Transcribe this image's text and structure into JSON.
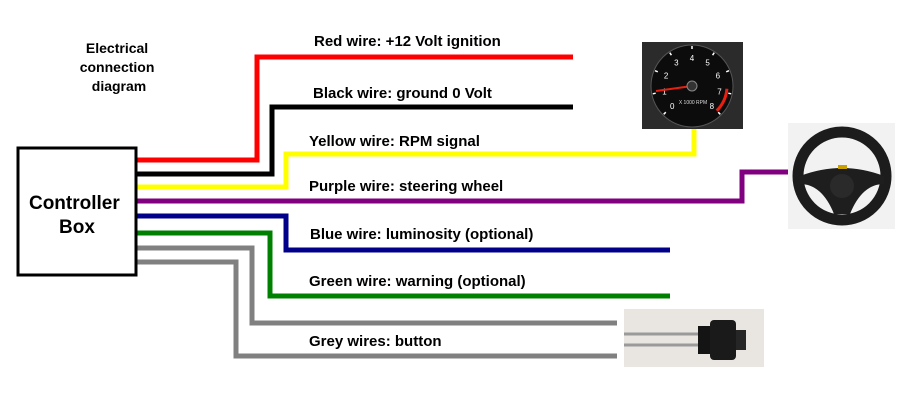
{
  "heading": [
    "Electrical",
    "connection",
    "diagram"
  ],
  "controller": {
    "line1": "Controller",
    "line2": "Box"
  },
  "wires": [
    {
      "id": "red",
      "label": "Red wire: +12 Volt ignition",
      "color": "#ff0000"
    },
    {
      "id": "black",
      "label": "Black wire:  ground 0 Volt",
      "color": "#000000"
    },
    {
      "id": "yellow",
      "label": "Yellow wire:  RPM signal",
      "color": "#ffff00"
    },
    {
      "id": "purple",
      "label": "Purple wire: steering wheel",
      "color": "#800080"
    },
    {
      "id": "blue",
      "label": "Blue wire: luminosity (optional)",
      "color": "#00008b"
    },
    {
      "id": "green",
      "label": "Green wire: warning (optional)",
      "color": "#008000"
    },
    {
      "id": "grey",
      "label": "Grey wires:  button",
      "color": "#808080"
    }
  ],
  "tachometer": {
    "ticks": [
      "0",
      "1",
      "2",
      "3",
      "4",
      "5",
      "6",
      "7",
      "8"
    ],
    "unit": "X 1000 RPM",
    "redline_color": "#e82010"
  }
}
